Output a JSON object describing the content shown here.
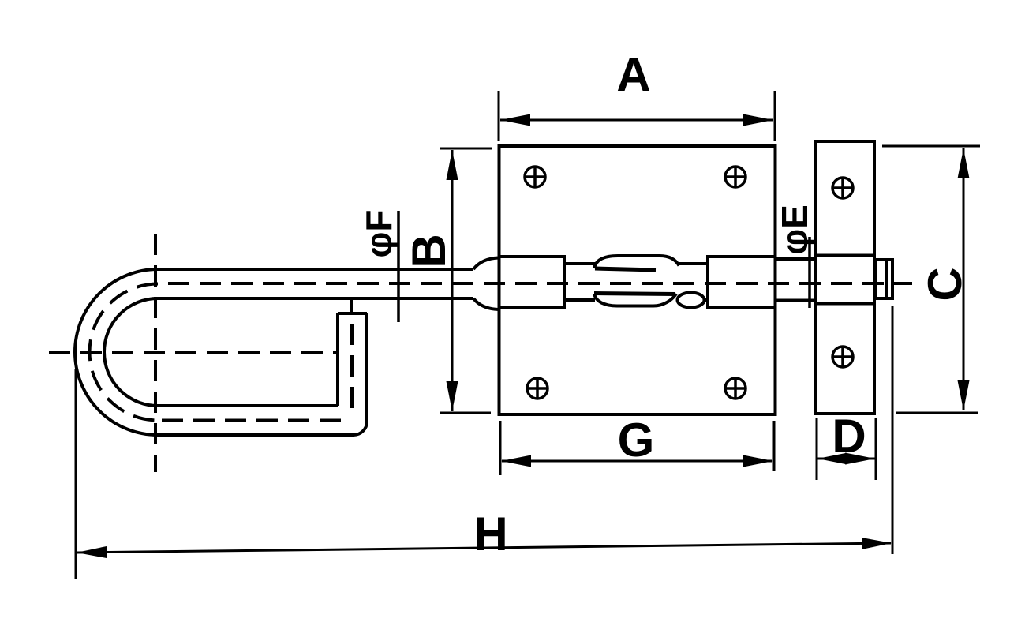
{
  "drawing": {
    "description": "Dimensioned technical line drawing of a spring bolt latch: a bolt rod with a U-bend handle, a square mounting plate with two staples and a coil spring, and a separate keeper plate with an end cap.",
    "background_color": "#ffffff",
    "line_color": "#000000"
  },
  "labels": {
    "A": "A",
    "B": "B",
    "C": "C",
    "D": "D",
    "E": "φE",
    "F": "φF",
    "G": "G",
    "H": "H"
  }
}
